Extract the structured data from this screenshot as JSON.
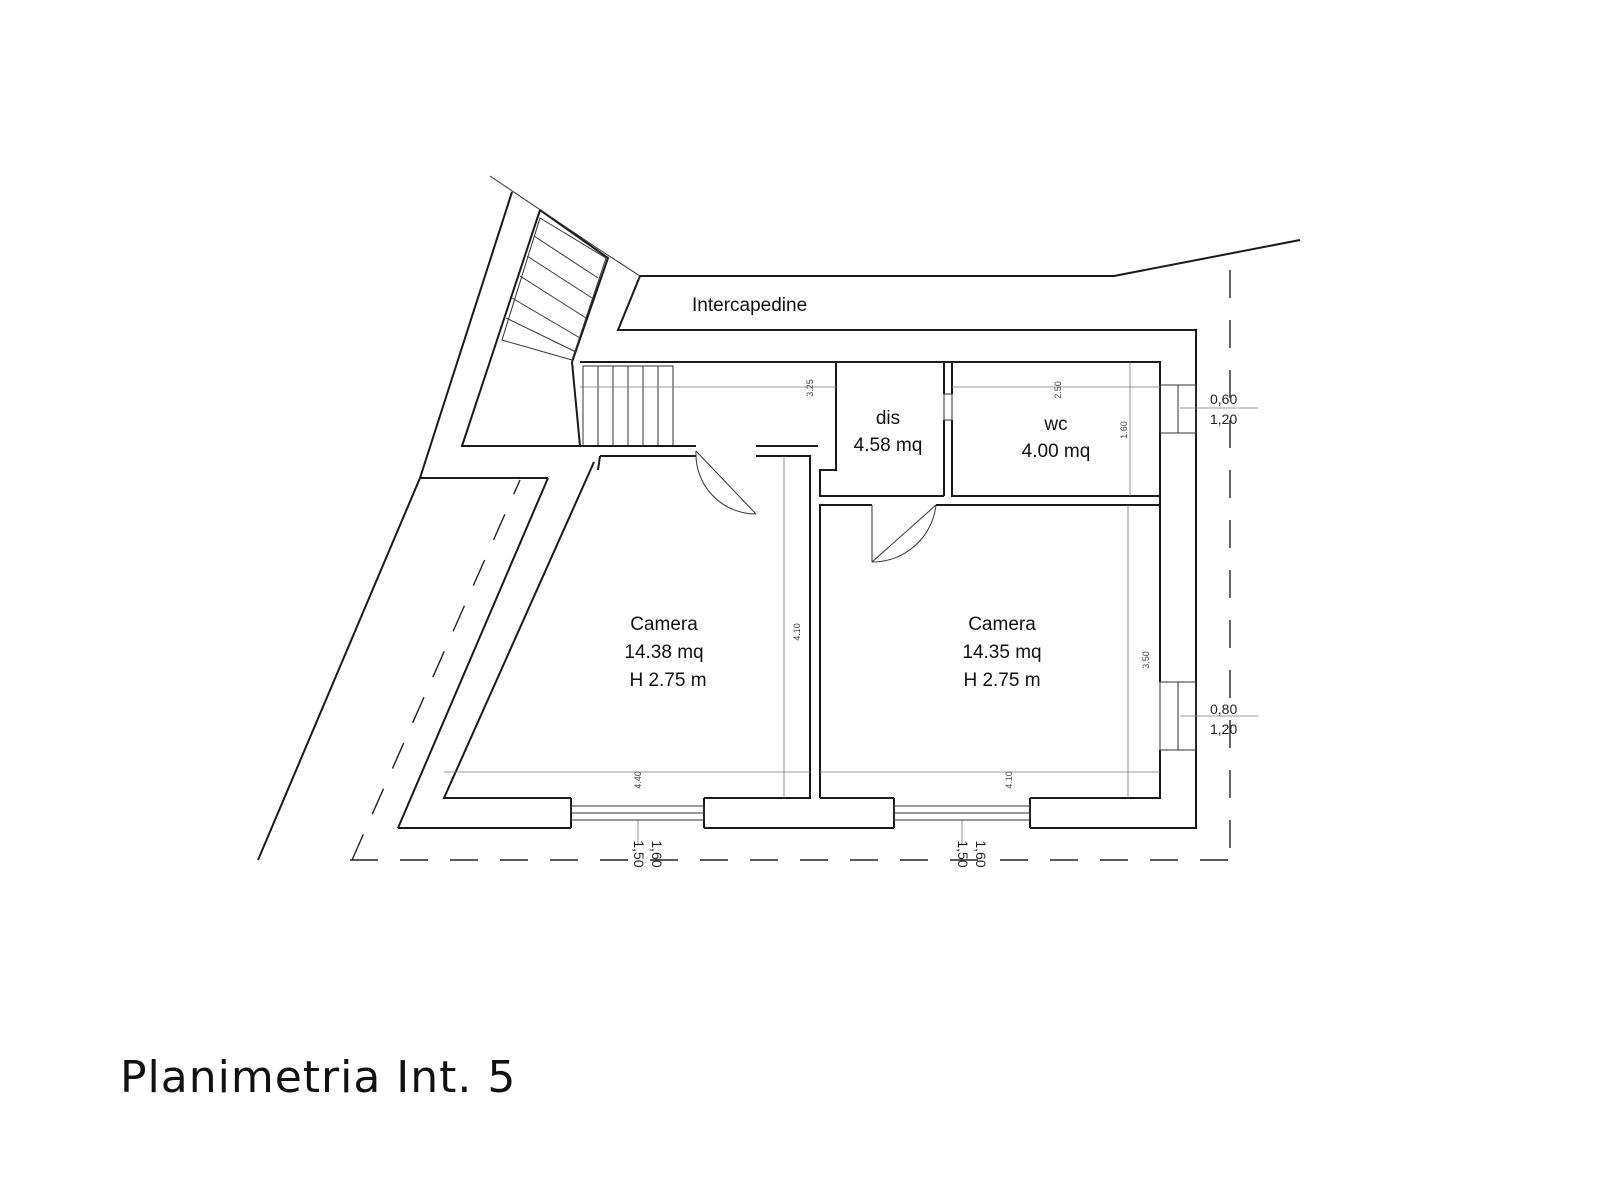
{
  "caption": "Planimetria Int. 5",
  "labels": {
    "intercapedine": "Intercapedine",
    "dis": {
      "name": "dis",
      "area": "4.58 mq"
    },
    "wc": {
      "name": "wc",
      "area": "4.00 mq"
    },
    "camera_left": {
      "name": "Camera",
      "area": "14.38 mq",
      "height": "H 2.75 m"
    },
    "camera_right": {
      "name": "Camera",
      "area": "14.35 mq",
      "height": "H 2.75 m"
    }
  },
  "dimensions": {
    "dis_width": "3.25",
    "wc_width": "2.50",
    "wc_depth": "1.60",
    "camera_left_depth": "4.10",
    "camera_right_depth": "3.50",
    "camera_left_width": "4.40",
    "camera_right_width": "4.10"
  },
  "windows": {
    "top_right": {
      "width": "0,60",
      "height": "1,20"
    },
    "mid_right": {
      "width": "0,80",
      "height": "1,20"
    },
    "bottom_left": {
      "width": "1,60",
      "height": "1,50"
    },
    "bottom_right": {
      "width": "1,60",
      "height": "1,50"
    }
  }
}
